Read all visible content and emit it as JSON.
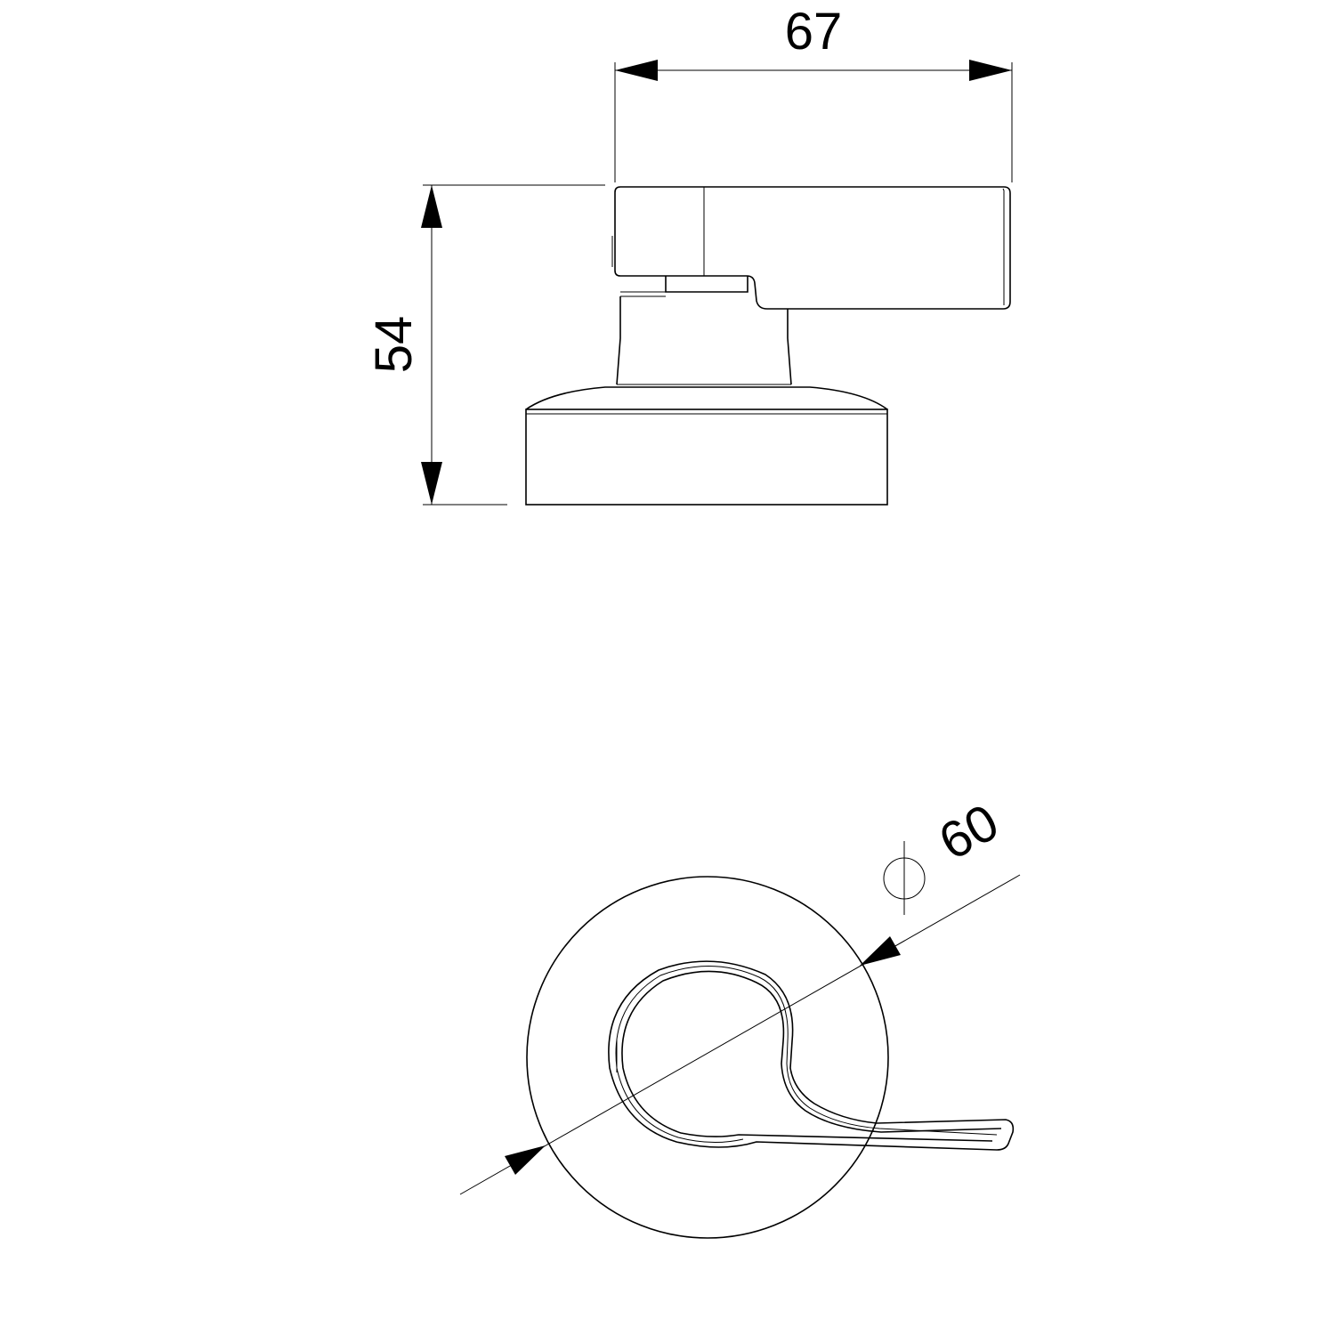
{
  "dimensions": {
    "width_label": "67",
    "height_label": "54",
    "diameter_label": "60",
    "diameter_symbol": "diameter-symbol"
  },
  "colors": {
    "line": "#000000",
    "background": "#ffffff"
  }
}
